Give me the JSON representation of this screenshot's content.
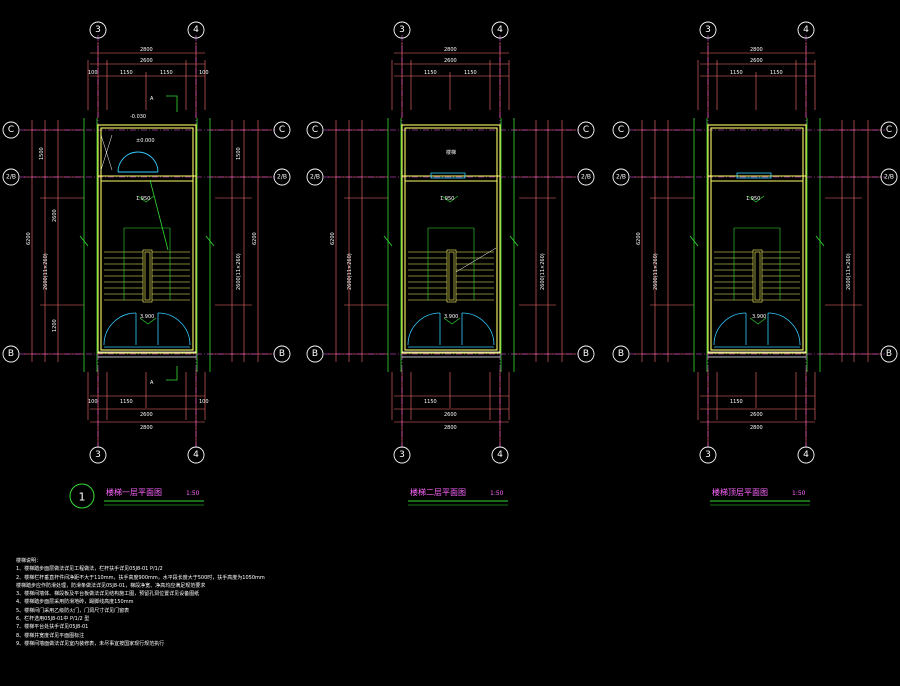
{
  "plans": [
    {
      "title": "楼梯一层平面图",
      "scale": "1:50",
      "index": "1"
    },
    {
      "title": "楼梯二层平面图",
      "scale": "1:50"
    },
    {
      "title": "楼梯顶层平面图",
      "scale": "1:50"
    }
  ],
  "axes": {
    "top_left": "3",
    "top_right": "4",
    "row_c": "C",
    "row_2b": "2/B",
    "row_b": "B"
  },
  "section_marks": [
    "A",
    "A"
  ],
  "dims": {
    "total_width": "2800",
    "clear_width": "2600",
    "side_a": "1150",
    "side_b": "1150",
    "edge": "100",
    "v_total": "6200",
    "v_top": "1500",
    "v_mid": "2600",
    "v_flight": "2600(11×260)",
    "v_bottom": "1200"
  },
  "levels": [
    "-0.030",
    "±0.000",
    "1.950",
    "3.900"
  ],
  "room_label": "楼梯",
  "notes": {
    "heading": "楼梯说明：",
    "items": [
      "1、楼梯踏步面层做法详见工程做法，栏杆扶手详见05J8-01 P/1/2",
      "2、楼梯栏杆垂直杆件间净距不大于110mm，扶手高度900mm，水平段长度大于500时，扶手高度为1050mm",
      "   楼梯踏步应作防滑处理，防滑条做法详见05J8-01，梯段净宽、净高均应满足规范要求",
      "3、楼梯间墙体、梯段板及平台板做法详见结构施工图，预留孔洞位置详见设备图纸",
      "4、楼梯踏步面层采用防滑地砖，踢脚线高度150mm",
      "5、楼梯间门采用乙级防火门，门洞尺寸详见门窗表",
      "6、栏杆选用05J8-01中 P/1/2 型",
      "7、楼梯平台处扶手详见05J8-01",
      "8、楼梯井宽度详见平面图标注",
      "9、楼梯间墙面做法详见室内装修表，未尽事宜按国家现行规范执行"
    ]
  }
}
